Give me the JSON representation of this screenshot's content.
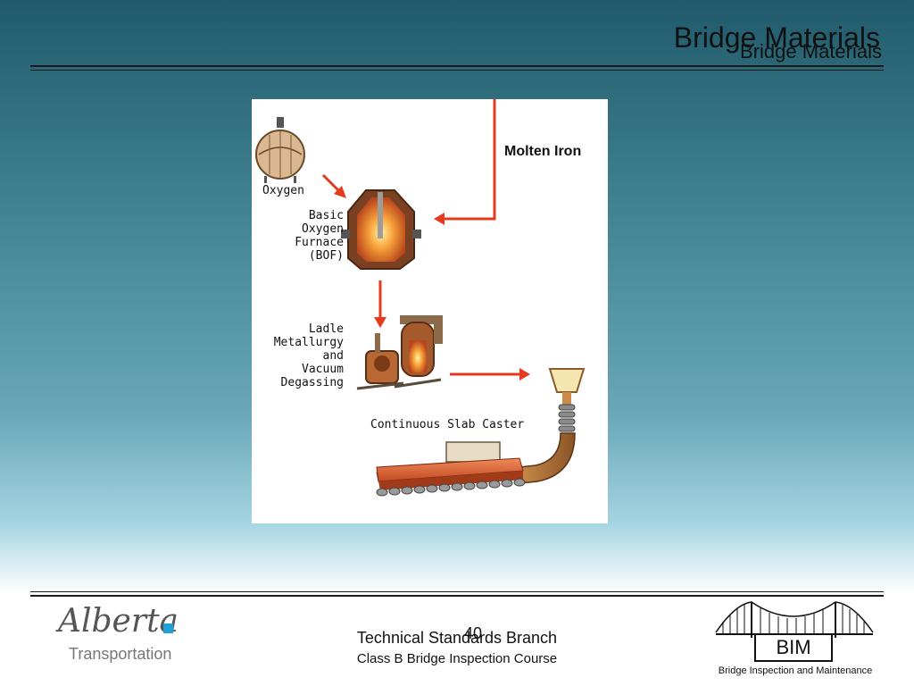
{
  "slide": {
    "title": "Bridge Materials",
    "title_echo": "Bridge Materials",
    "page_number": "40"
  },
  "diagram": {
    "molten_iron": "Molten Iron",
    "oxygen": "Oxygen",
    "bof": "Basic\nOxygen\nFurnace\n(BOF)",
    "ladle": "Ladle\nMetallurgy\nand\nVacuum\nDegassing",
    "caster": "Continuous Slab Caster",
    "arrow_color": "#e53a1e"
  },
  "footer": {
    "branch": "Technical Standards Branch",
    "course": "Class B Bridge Inspection Course",
    "alberta_logo": "Alberta",
    "alberta_sub": "Transportation",
    "bim_label": "BIM",
    "bim_caption": "Bridge Inspection and Maintenance"
  }
}
